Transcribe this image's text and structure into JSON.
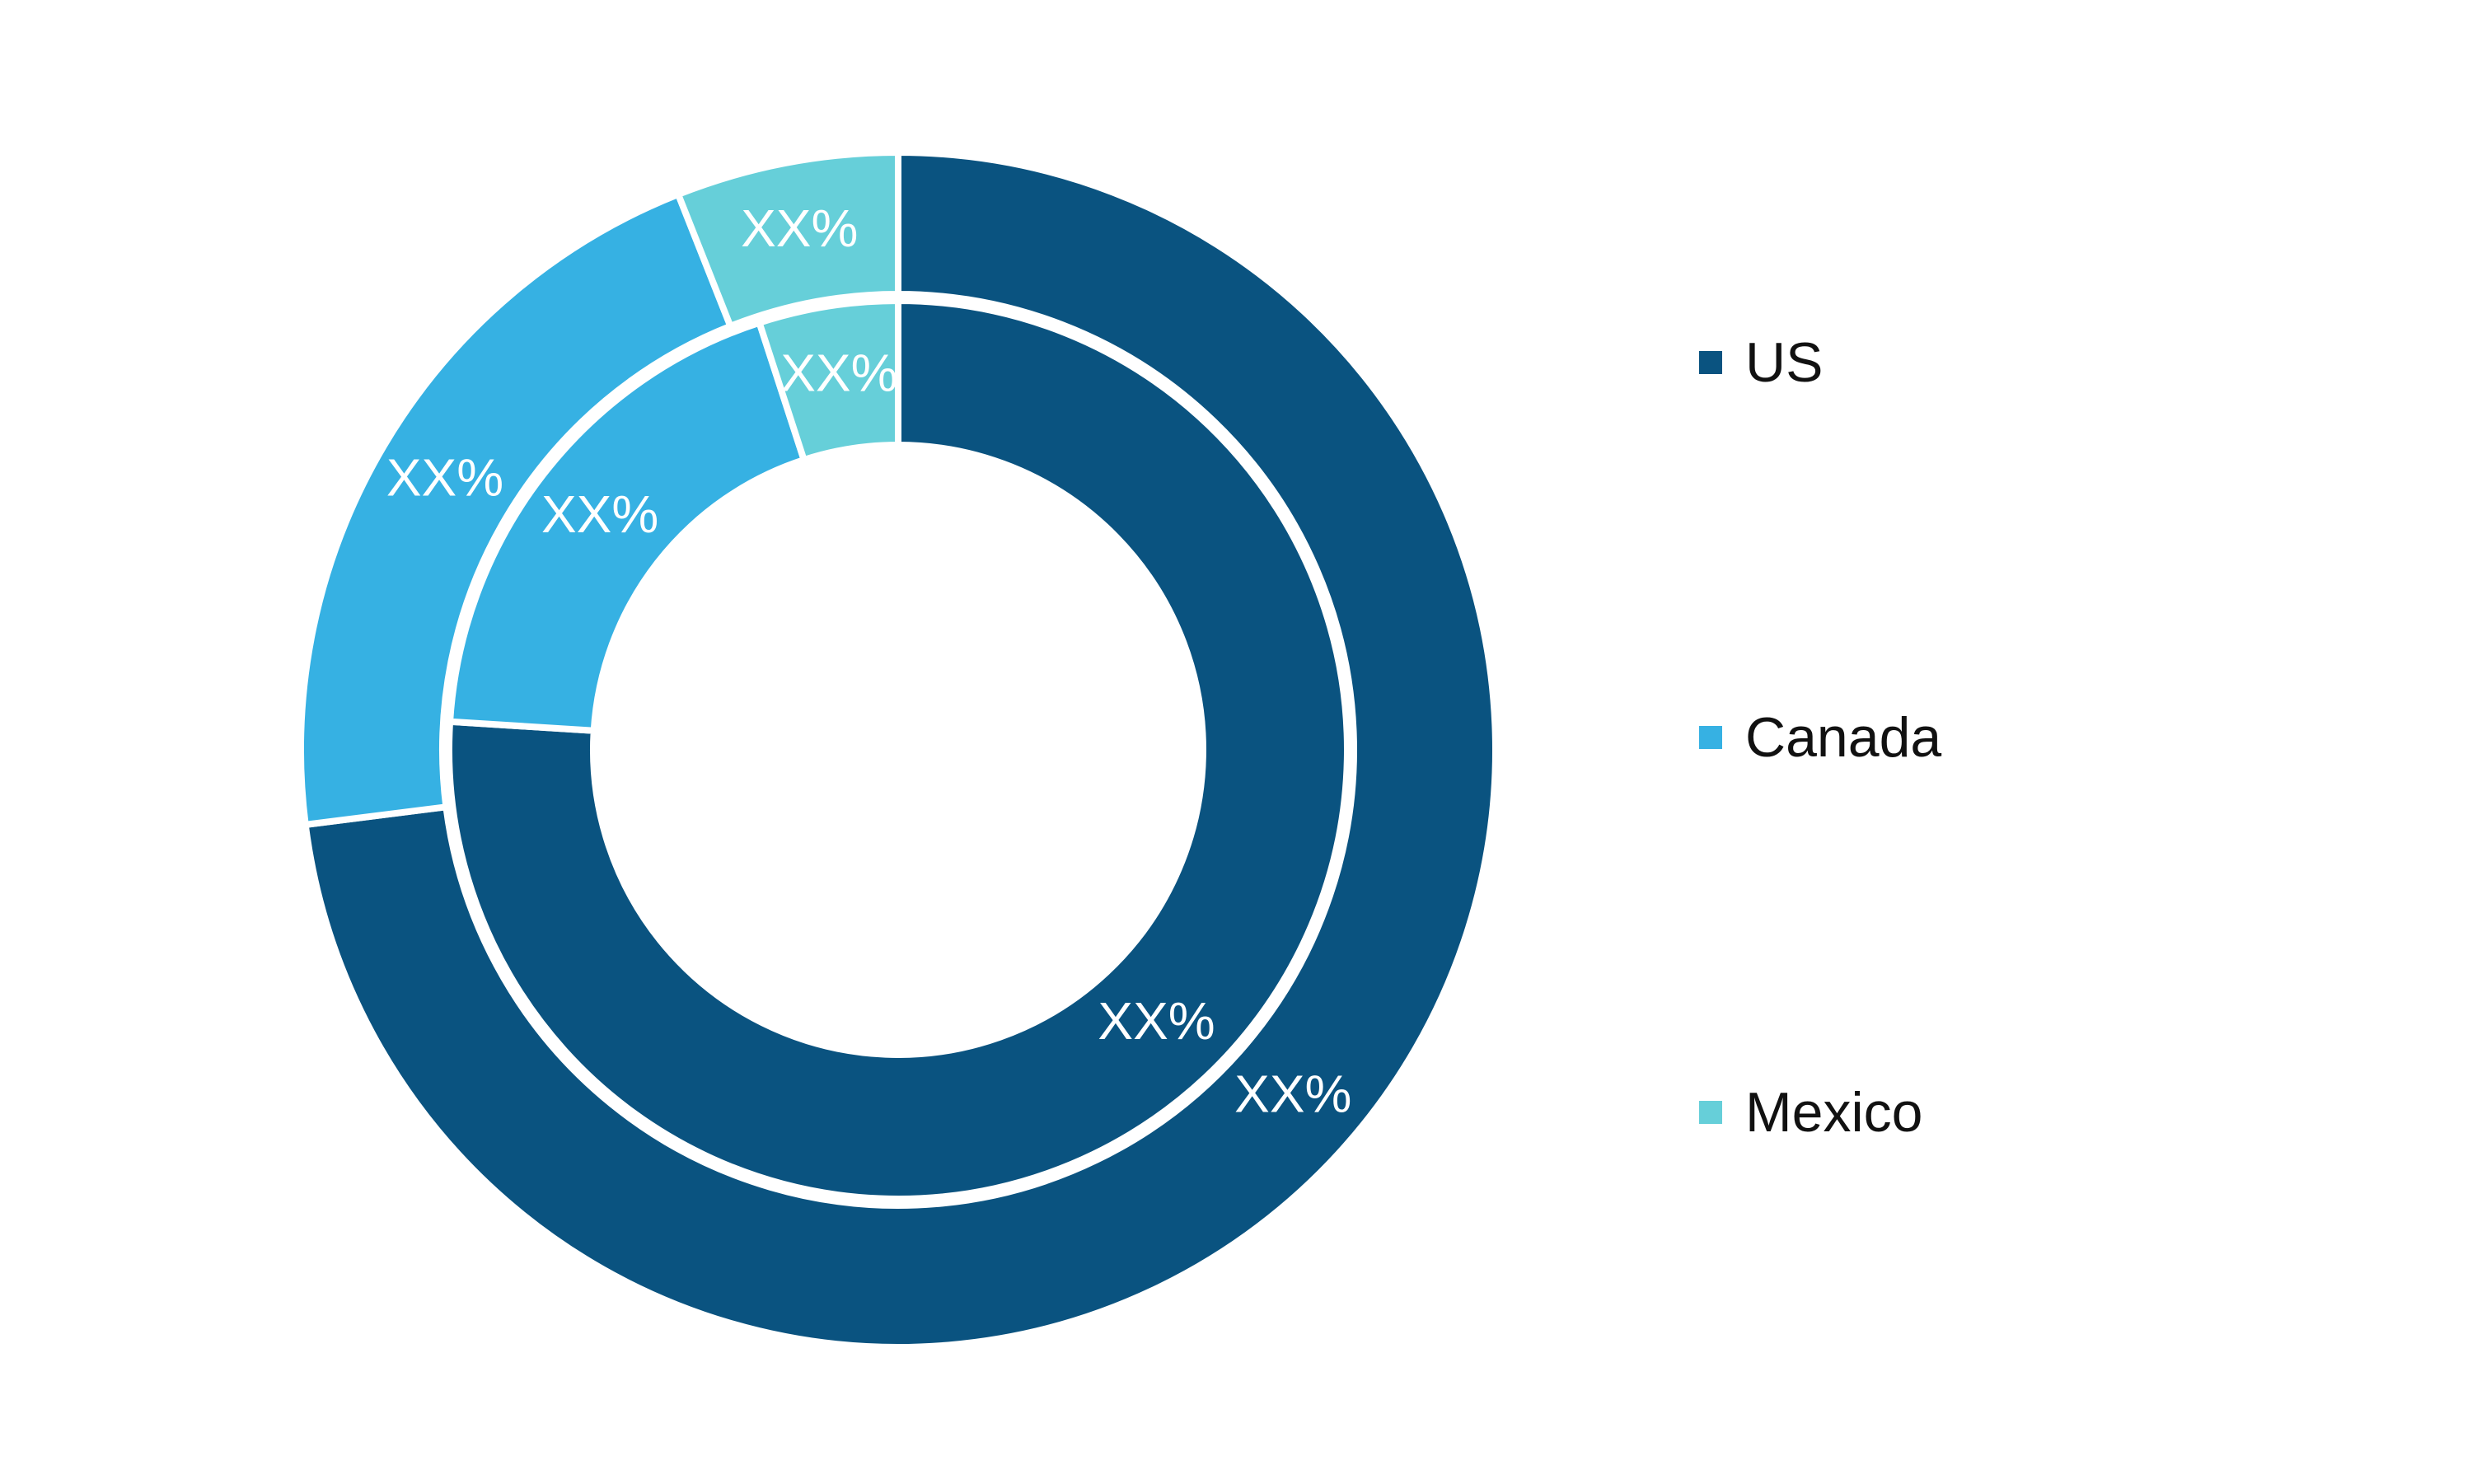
{
  "chart_data": {
    "type": "pie",
    "variant": "nested-donut",
    "categories": [
      "US",
      "Canada",
      "Mexico"
    ],
    "colors": [
      "#0a5380",
      "#36b1e3",
      "#66cfd9"
    ],
    "series": [
      {
        "ring": "outer",
        "values": [
          73,
          21,
          6
        ],
        "labels": [
          "XX%",
          "XX%",
          "XX%"
        ]
      },
      {
        "ring": "inner",
        "values": [
          76,
          19,
          5
        ],
        "labels": [
          "XX%",
          "XX%",
          "XX%"
        ]
      }
    ],
    "legend": {
      "position": "right",
      "items": [
        {
          "label": "US",
          "color": "#0a5380"
        },
        {
          "label": "Canada",
          "color": "#36b1e3"
        },
        {
          "label": "Mexico",
          "color": "#66cfd9"
        }
      ]
    }
  }
}
